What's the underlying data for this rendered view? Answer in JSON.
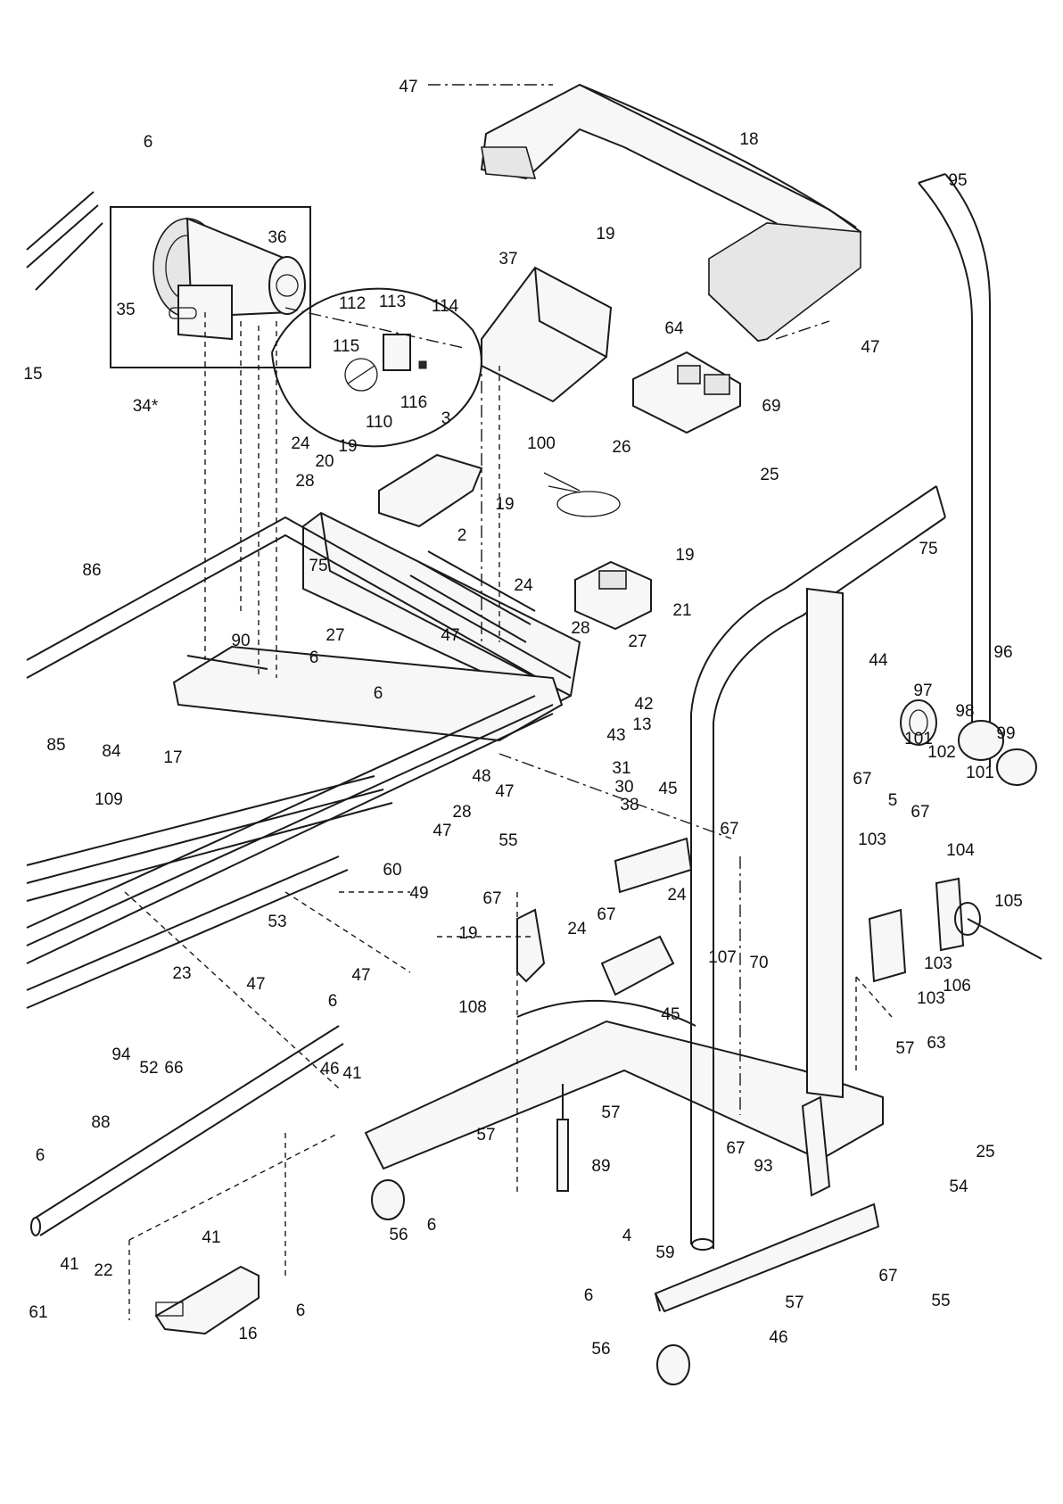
{
  "labels": [
    {
      "id": "47a",
      "text": "47"
    },
    {
      "id": "18",
      "text": "18"
    },
    {
      "id": "95",
      "text": "95"
    },
    {
      "id": "6a",
      "text": "6"
    },
    {
      "id": "36",
      "text": "36"
    },
    {
      "id": "35",
      "text": "35"
    },
    {
      "id": "15",
      "text": "15"
    },
    {
      "id": "34",
      "text": "34*"
    },
    {
      "id": "112",
      "text": "112"
    },
    {
      "id": "113",
      "text": "113"
    },
    {
      "id": "114",
      "text": "114"
    },
    {
      "id": "115",
      "text": "115"
    },
    {
      "id": "110",
      "text": "110"
    },
    {
      "id": "116",
      "text": "116"
    },
    {
      "id": "37",
      "text": "37"
    },
    {
      "id": "19a",
      "text": "19"
    },
    {
      "id": "64",
      "text": "64"
    },
    {
      "id": "69",
      "text": "69"
    },
    {
      "id": "47b",
      "text": "47"
    },
    {
      "id": "100",
      "text": "100"
    },
    {
      "id": "3",
      "text": "3"
    },
    {
      "id": "19b",
      "text": "19"
    },
    {
      "id": "20",
      "text": "20"
    },
    {
      "id": "24a",
      "text": "24"
    },
    {
      "id": "26",
      "text": "26"
    },
    {
      "id": "25a",
      "text": "25"
    },
    {
      "id": "28a",
      "text": "28"
    },
    {
      "id": "19c",
      "text": "19"
    },
    {
      "id": "2",
      "text": "2"
    },
    {
      "id": "75a",
      "text": "75"
    },
    {
      "id": "86",
      "text": "86"
    },
    {
      "id": "19d",
      "text": "19"
    },
    {
      "id": "75b",
      "text": "75"
    },
    {
      "id": "21",
      "text": "21"
    },
    {
      "id": "24b",
      "text": "24"
    },
    {
      "id": "90",
      "text": "90"
    },
    {
      "id": "27a",
      "text": "27"
    },
    {
      "id": "6b",
      "text": "6"
    },
    {
      "id": "47c",
      "text": "47"
    },
    {
      "id": "28b",
      "text": "28"
    },
    {
      "id": "27b",
      "text": "27"
    },
    {
      "id": "44",
      "text": "44"
    },
    {
      "id": "96",
      "text": "96"
    },
    {
      "id": "6c",
      "text": "6"
    },
    {
      "id": "42",
      "text": "42"
    },
    {
      "id": "97",
      "text": "97"
    },
    {
      "id": "85",
      "text": "85"
    },
    {
      "id": "84",
      "text": "84"
    },
    {
      "id": "17",
      "text": "17"
    },
    {
      "id": "13",
      "text": "13"
    },
    {
      "id": "43",
      "text": "43"
    },
    {
      "id": "98",
      "text": "98"
    },
    {
      "id": "99",
      "text": "99"
    },
    {
      "id": "101a",
      "text": "101"
    },
    {
      "id": "102",
      "text": "102"
    },
    {
      "id": "101b",
      "text": "101"
    },
    {
      "id": "31",
      "text": "31"
    },
    {
      "id": "67a",
      "text": "67"
    },
    {
      "id": "5",
      "text": "5"
    },
    {
      "id": "67b",
      "text": "67"
    },
    {
      "id": "28c",
      "text": "28"
    },
    {
      "id": "47d",
      "text": "47"
    },
    {
      "id": "48",
      "text": "48"
    },
    {
      "id": "30",
      "text": "30"
    },
    {
      "id": "45a",
      "text": "45"
    },
    {
      "id": "109",
      "text": "109"
    },
    {
      "id": "38",
      "text": "38"
    },
    {
      "id": "47e",
      "text": "47"
    },
    {
      "id": "55a",
      "text": "55"
    },
    {
      "id": "67c",
      "text": "67"
    },
    {
      "id": "103a",
      "text": "103"
    },
    {
      "id": "104",
      "text": "104"
    },
    {
      "id": "60",
      "text": "60"
    },
    {
      "id": "24c",
      "text": "24"
    },
    {
      "id": "105",
      "text": "105"
    },
    {
      "id": "49",
      "text": "49"
    },
    {
      "id": "67d",
      "text": "67"
    },
    {
      "id": "53",
      "text": "53"
    },
    {
      "id": "19e",
      "text": "19"
    },
    {
      "id": "67e",
      "text": "67"
    },
    {
      "id": "23",
      "text": "23"
    },
    {
      "id": "47f",
      "text": "47"
    },
    {
      "id": "24d",
      "text": "24"
    },
    {
      "id": "103b",
      "text": "103"
    },
    {
      "id": "47g",
      "text": "47"
    },
    {
      "id": "107",
      "text": "107"
    },
    {
      "id": "70",
      "text": "70"
    },
    {
      "id": "106",
      "text": "106"
    },
    {
      "id": "45b",
      "text": "45"
    },
    {
      "id": "103c",
      "text": "103"
    },
    {
      "id": "6d",
      "text": "6"
    },
    {
      "id": "108",
      "text": "108"
    },
    {
      "id": "63",
      "text": "63"
    },
    {
      "id": "94",
      "text": "94"
    },
    {
      "id": "52",
      "text": "52"
    },
    {
      "id": "66",
      "text": "66"
    },
    {
      "id": "41a",
      "text": "41"
    },
    {
      "id": "46a",
      "text": "46"
    },
    {
      "id": "57a",
      "text": "57"
    },
    {
      "id": "57b",
      "text": "57"
    },
    {
      "id": "88",
      "text": "88"
    },
    {
      "id": "57c",
      "text": "57"
    },
    {
      "id": "25b",
      "text": "25"
    },
    {
      "id": "89",
      "text": "89"
    },
    {
      "id": "67f",
      "text": "67"
    },
    {
      "id": "93",
      "text": "93"
    },
    {
      "id": "54",
      "text": "54"
    },
    {
      "id": "6e",
      "text": "6"
    },
    {
      "id": "56a",
      "text": "56"
    },
    {
      "id": "6f",
      "text": "6"
    },
    {
      "id": "41b",
      "text": "41"
    },
    {
      "id": "22",
      "text": "22"
    },
    {
      "id": "41c",
      "text": "41"
    },
    {
      "id": "4",
      "text": "4"
    },
    {
      "id": "59",
      "text": "59"
    },
    {
      "id": "67g",
      "text": "67"
    },
    {
      "id": "55b",
      "text": "55"
    },
    {
      "id": "6g",
      "text": "6"
    },
    {
      "id": "57d",
      "text": "57"
    },
    {
      "id": "61",
      "text": "61"
    },
    {
      "id": "6h",
      "text": "6"
    },
    {
      "id": "16",
      "text": "16"
    },
    {
      "id": "46b",
      "text": "46"
    },
    {
      "id": "56b",
      "text": "56"
    }
  ]
}
